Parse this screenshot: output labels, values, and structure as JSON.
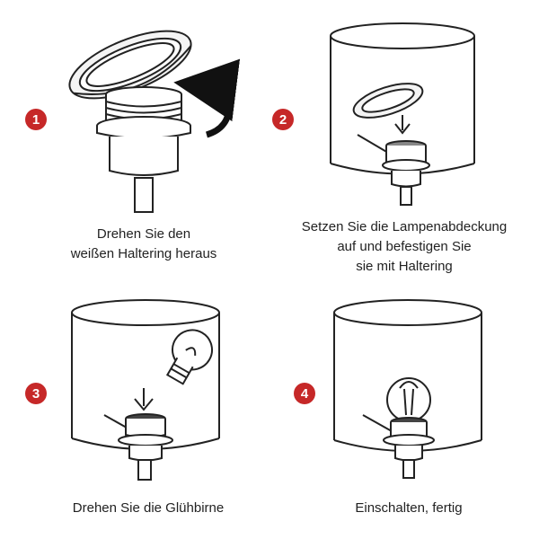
{
  "accent_color": "#c62828",
  "steps": [
    {
      "number": "1",
      "icon": "unscrew-ring-icon",
      "caption_lines": [
        "Drehen Sie den",
        "weißen Haltering heraus"
      ]
    },
    {
      "number": "2",
      "icon": "place-shade-icon",
      "caption_lines": [
        "Setzen Sie die Lampenabdeckung",
        "auf und befestigen Sie",
        "sie mit Haltering"
      ]
    },
    {
      "number": "3",
      "icon": "insert-bulb-icon",
      "caption_lines": [
        "Drehen Sie die Glühbirne"
      ]
    },
    {
      "number": "4",
      "icon": "finished-lamp-icon",
      "caption_lines": [
        "Einschalten, fertig"
      ]
    }
  ]
}
